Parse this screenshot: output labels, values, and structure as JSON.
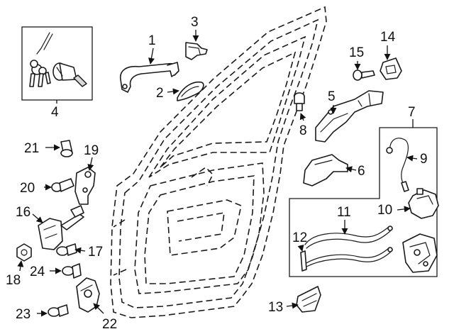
{
  "diagram": {
    "callouts": [
      {
        "id": "1",
        "label": "1"
      },
      {
        "id": "2",
        "label": "2"
      },
      {
        "id": "3",
        "label": "3"
      },
      {
        "id": "4",
        "label": "4"
      },
      {
        "id": "5",
        "label": "5"
      },
      {
        "id": "6",
        "label": "6"
      },
      {
        "id": "7",
        "label": "7"
      },
      {
        "id": "8",
        "label": "8"
      },
      {
        "id": "9",
        "label": "9"
      },
      {
        "id": "10",
        "label": "10"
      },
      {
        "id": "11",
        "label": "11"
      },
      {
        "id": "12",
        "label": "12"
      },
      {
        "id": "13",
        "label": "13"
      },
      {
        "id": "14",
        "label": "14"
      },
      {
        "id": "15",
        "label": "15"
      },
      {
        "id": "16",
        "label": "16"
      },
      {
        "id": "17",
        "label": "17"
      },
      {
        "id": "18",
        "label": "18"
      },
      {
        "id": "19",
        "label": "19"
      },
      {
        "id": "20",
        "label": "20"
      },
      {
        "id": "21",
        "label": "21"
      },
      {
        "id": "22",
        "label": "22"
      },
      {
        "id": "23",
        "label": "23"
      },
      {
        "id": "24",
        "label": "24"
      }
    ]
  }
}
